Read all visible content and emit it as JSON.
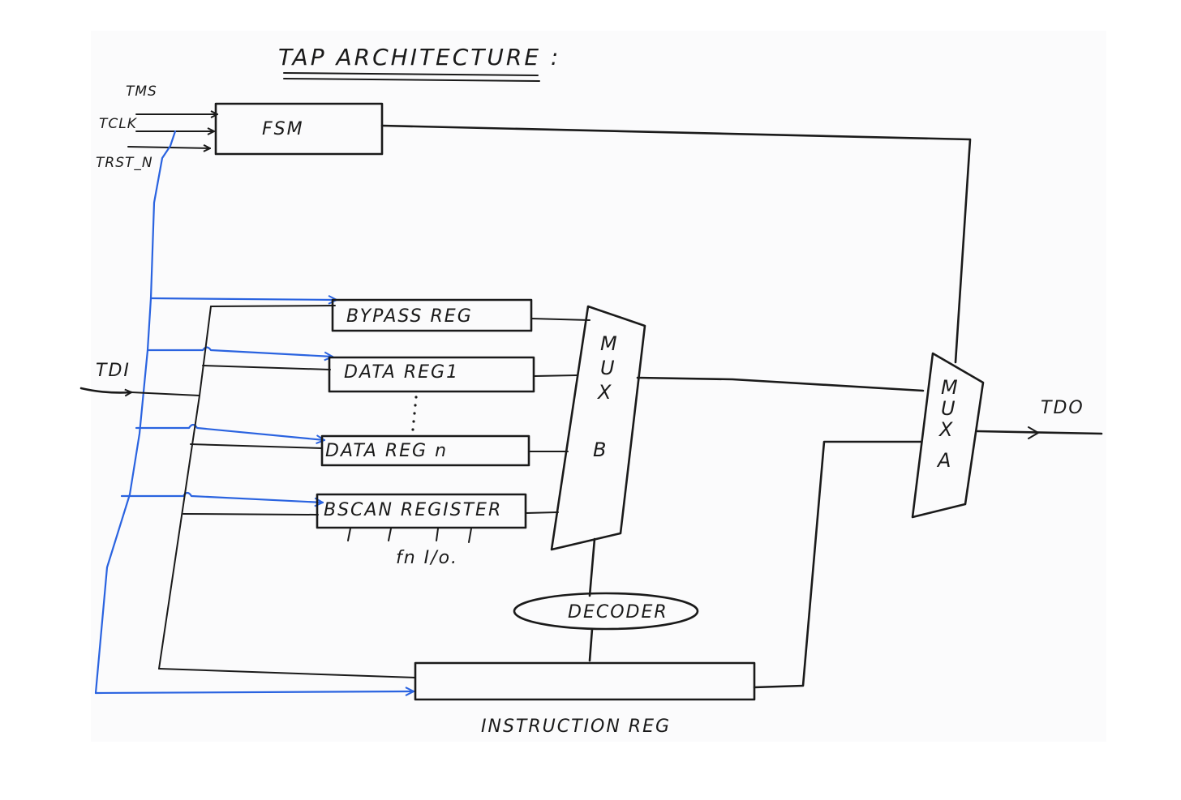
{
  "title": "TAP ARCHITECTURE :",
  "inputs": {
    "tms": "TMS",
    "tclk": "TCLK",
    "trst": "TRST_N",
    "tdi": "TDI"
  },
  "output": {
    "tdo": "TDO"
  },
  "blocks": {
    "fsm": "FSM",
    "bypass": "BYPASS REG",
    "data1": "DATA REG1",
    "datan": "DATA REG n",
    "bscan": "BSCAN REGISTER",
    "fn_io": "fn I/o.",
    "decoder": "DECODER",
    "instruction": "INSTRUCTION REG",
    "mux_b": [
      "M",
      "U",
      "X",
      "B"
    ],
    "mux_a": [
      "M",
      "U",
      "X",
      "A"
    ]
  },
  "colors": {
    "ink": "#1a1a1a",
    "clock_wire": "#2a63e0",
    "paper": "#fbfbfc"
  }
}
